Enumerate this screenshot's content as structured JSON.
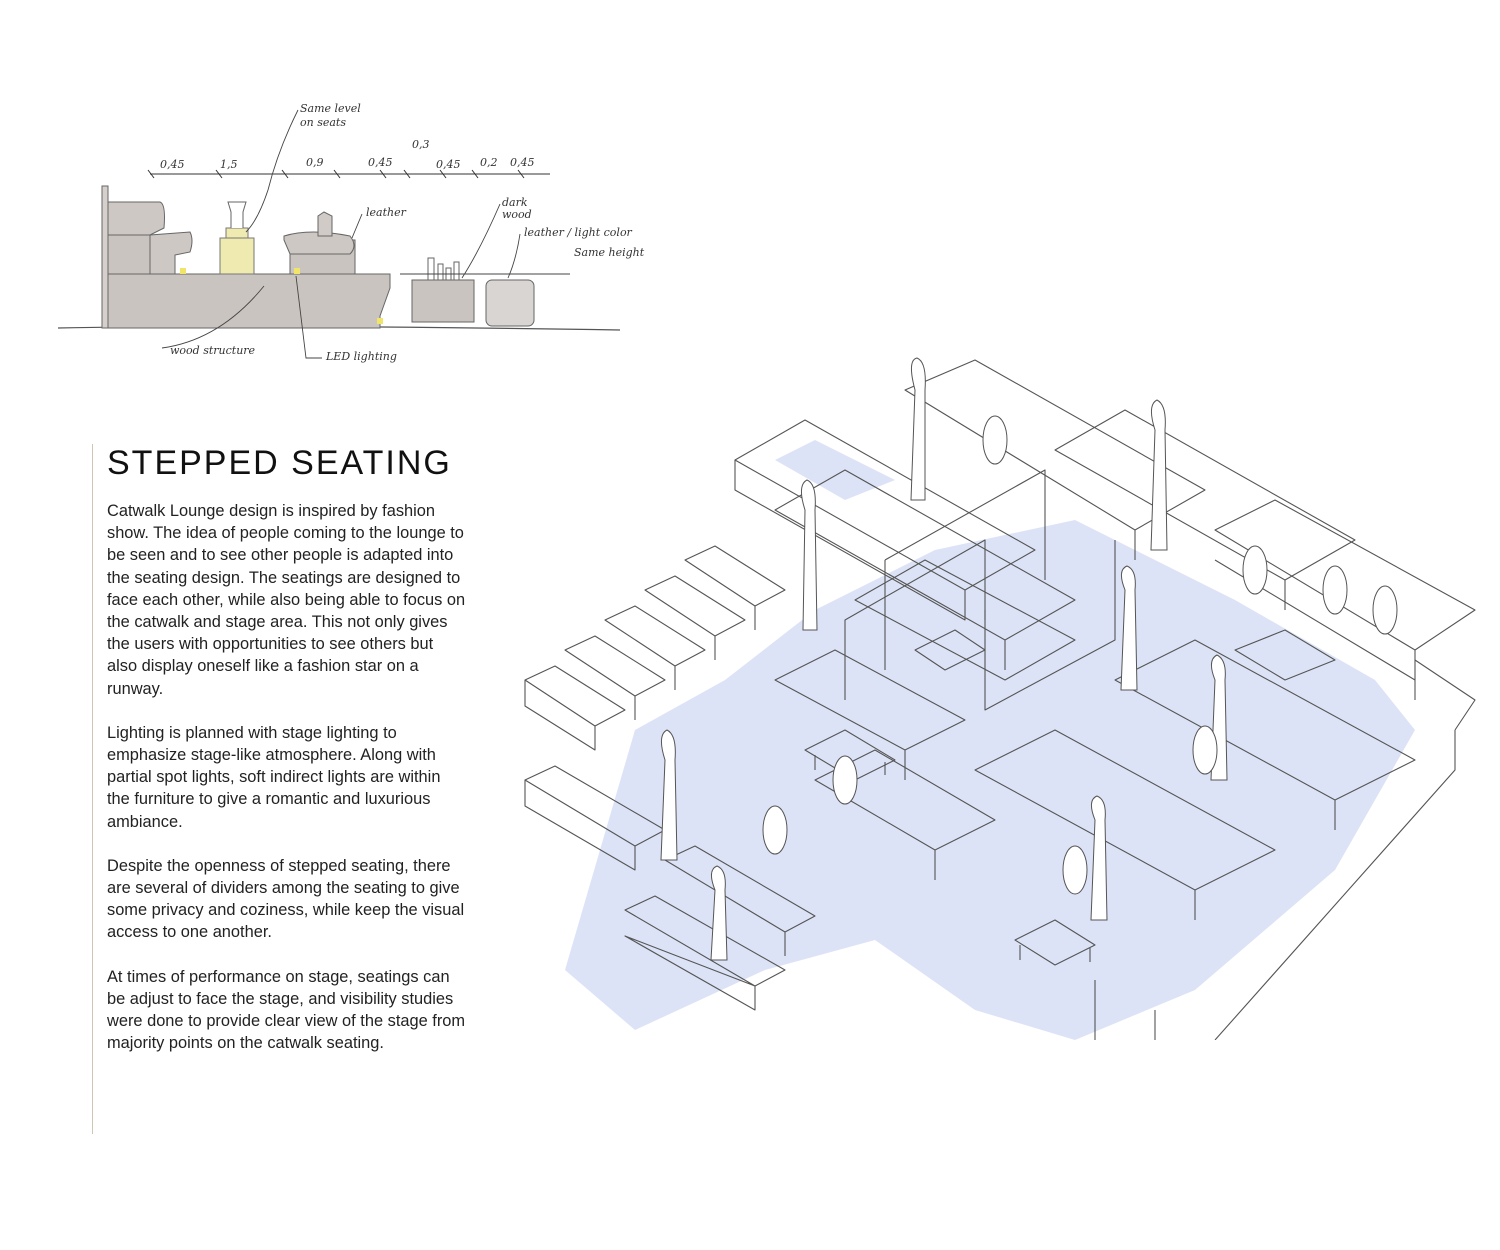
{
  "section_sketch": {
    "dimensions": [
      "0,45",
      "1,5",
      "0,9",
      "0,45",
      "0,3",
      "0,45",
      "0,2",
      "0,45"
    ],
    "annotations": {
      "same_level": [
        "Same level",
        "on seats"
      ],
      "leather": "leather",
      "dark_wood": [
        "dark",
        "wood"
      ],
      "leather_light": "leather / light color",
      "same_height": "Same height",
      "wood_structure": "wood structure",
      "led_lighting": "LED lighting"
    },
    "colors": {
      "wood": "#c9c4c0",
      "led": "#efeab0",
      "floor_line": "#555555"
    }
  },
  "main": {
    "title": "STEPPED SEATING",
    "paragraphs": [
      "Catwalk Lounge design is inspired by fashion show. The idea of people coming to the lounge to be seen and to see other people is adapted into the seating design. The seatings are designed to face each other, while also being able to focus on the catwalk and stage area. This not only gives the users with opportunities to see others but also display oneself like a fashion star on a runway.",
      "Lighting is planned with stage lighting to emphasize stage-like atmosphere. Along with partial spot lights, soft indirect lights are within the furniture to give a romantic and luxurious ambiance.",
      "Despite the openness of stepped seating, there are several of dividers among the seating to give some privacy and coziness, while keep the visual access to one another.",
      "At times of performance on stage, seatings can be adjust to face the stage, and visibility studies were done to provide clear view of the stage from majority points on the catwalk seating."
    ]
  },
  "axonometric": {
    "colors": {
      "floor": "#dde3f6",
      "line": "#555555"
    }
  }
}
